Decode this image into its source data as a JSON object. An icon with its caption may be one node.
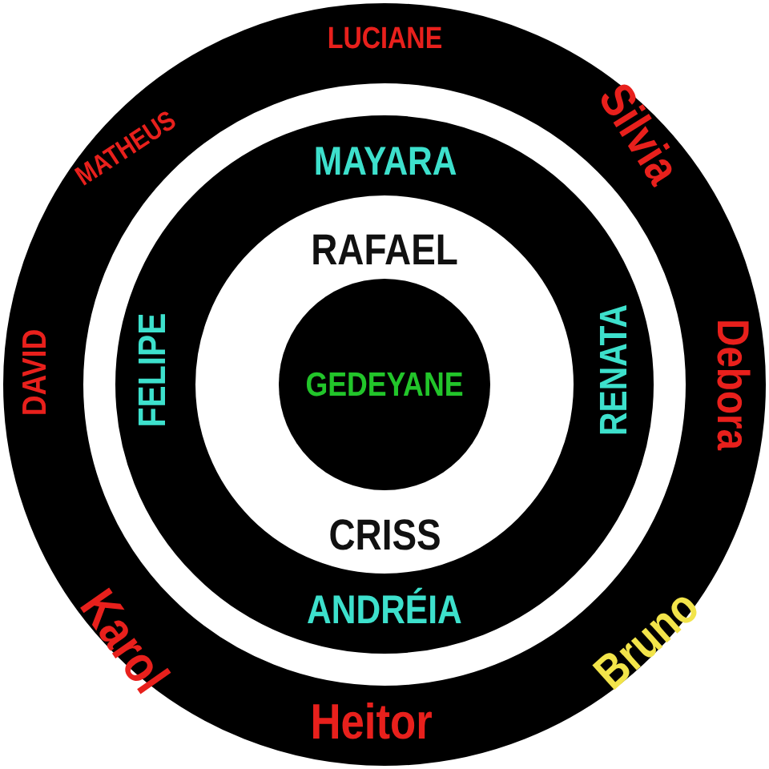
{
  "diagram": {
    "nodes": [
      {
        "text": [
          "LUCIANE",
          "Silvia",
          "Debora",
          "Bruno",
          "Heitor",
          "Karol",
          "DAVID",
          "MATHEUS"
        ]
      },
      {
        "text": [
          "MAYARA",
          "RENATA",
          "ANDRÉIA",
          "FELIPE"
        ],
        "in": 0
      },
      {
        "text": [
          "GEDEYANE"
        ],
        "in": 1
      }
    ],
    "labels": [
      "RAFAEL",
      "CRISS"
    ]
  }
}
